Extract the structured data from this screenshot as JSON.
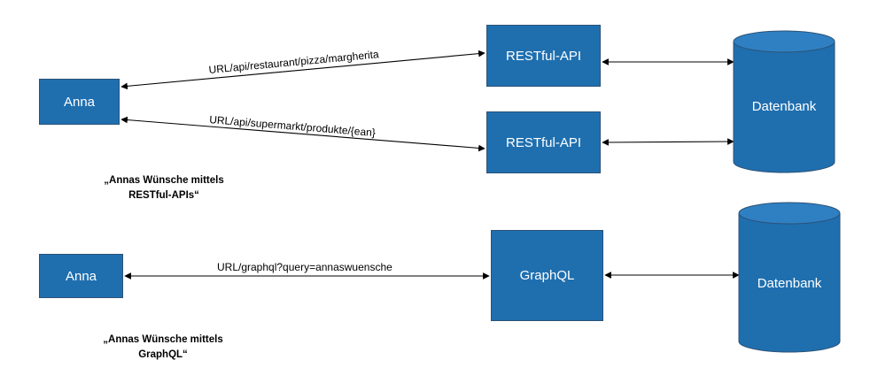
{
  "top": {
    "client": "Anna",
    "api_1": "RESTful-API",
    "api_2": "RESTful-API",
    "database": "Datenbank",
    "request_1": "URL/api/restaurant/pizza/margherita",
    "request_2": "URL/api/supermarkt/produkte/{ean}",
    "caption_line_1": "„Annas Wünsche mittels",
    "caption_line_2": "RESTful-APIs“"
  },
  "bottom": {
    "client": "Anna",
    "api": "GraphQL",
    "database": "Datenbank",
    "request": "URL/graphql?query=annaswuensche",
    "caption_line_1": "„Annas Wünsche mittels",
    "caption_line_2": "GraphQL“"
  },
  "colors": {
    "box_fill": "#1f6faf",
    "box_border": "#2b5278",
    "cylinder_fill": "#1f6faf",
    "cylinder_top": "#2f80c2"
  }
}
